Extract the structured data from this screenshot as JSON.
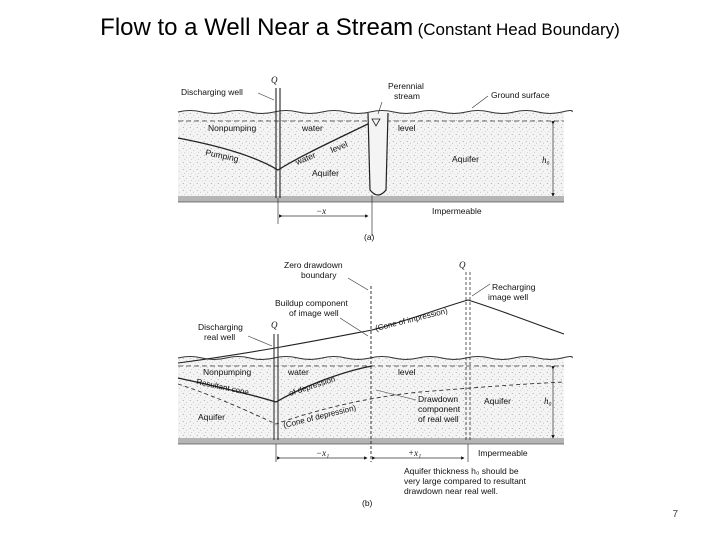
{
  "slide": {
    "title_main": "Flow to a Well Near a Stream",
    "title_sub": "(Constant Head Boundary)",
    "page_number": "7"
  },
  "figure_a": {
    "caption": "(a)",
    "q_label": "Q",
    "discharging_well": "Discharging well",
    "perennial_stream_1": "Perennial",
    "perennial_stream_2": "stream",
    "ground_surface": "Ground surface",
    "nonpumping": "Nonpumping",
    "water": "water",
    "level_curve": "level",
    "level": "level",
    "pumping": "Pumping",
    "water_curve": "water",
    "aquifer_small": "Aquifer",
    "aquifer": "Aquifer",
    "h0": "h₀",
    "minus_x": "−x",
    "impermeable": "Impermeable"
  },
  "figure_b": {
    "caption": "(b)",
    "zero_drawdown_1": "Zero drawdown",
    "zero_drawdown_2": "boundary",
    "q_right": "Q",
    "recharging_1": "Recharging",
    "recharging_2": "image well",
    "buildup_1": "Buildup component",
    "buildup_2": "of image well",
    "cone_impression": "(Cone of impression)",
    "discharging_1": "Discharging",
    "discharging_2": "real well",
    "q_left": "Q",
    "nonpumping": "Nonpumping",
    "water": "water",
    "level": "level",
    "resultant_cone": "Resultant cone",
    "of_depression": "of depression",
    "cone_depression": "(Cone of depression)",
    "aquifer_left": "Aquifer",
    "drawdown_1": "Drawdown",
    "drawdown_2": "component",
    "drawdown_3": "of real well",
    "aquifer_right": "Aquifer",
    "h0": "h₀",
    "minus_x1": "−x₁",
    "plus_x1": "+x₁",
    "impermeable": "Impermeable",
    "note_1": "Aquifer thickness h₀ should be",
    "note_2": "very large compared to resultant",
    "note_3": "drawdown near real well."
  }
}
